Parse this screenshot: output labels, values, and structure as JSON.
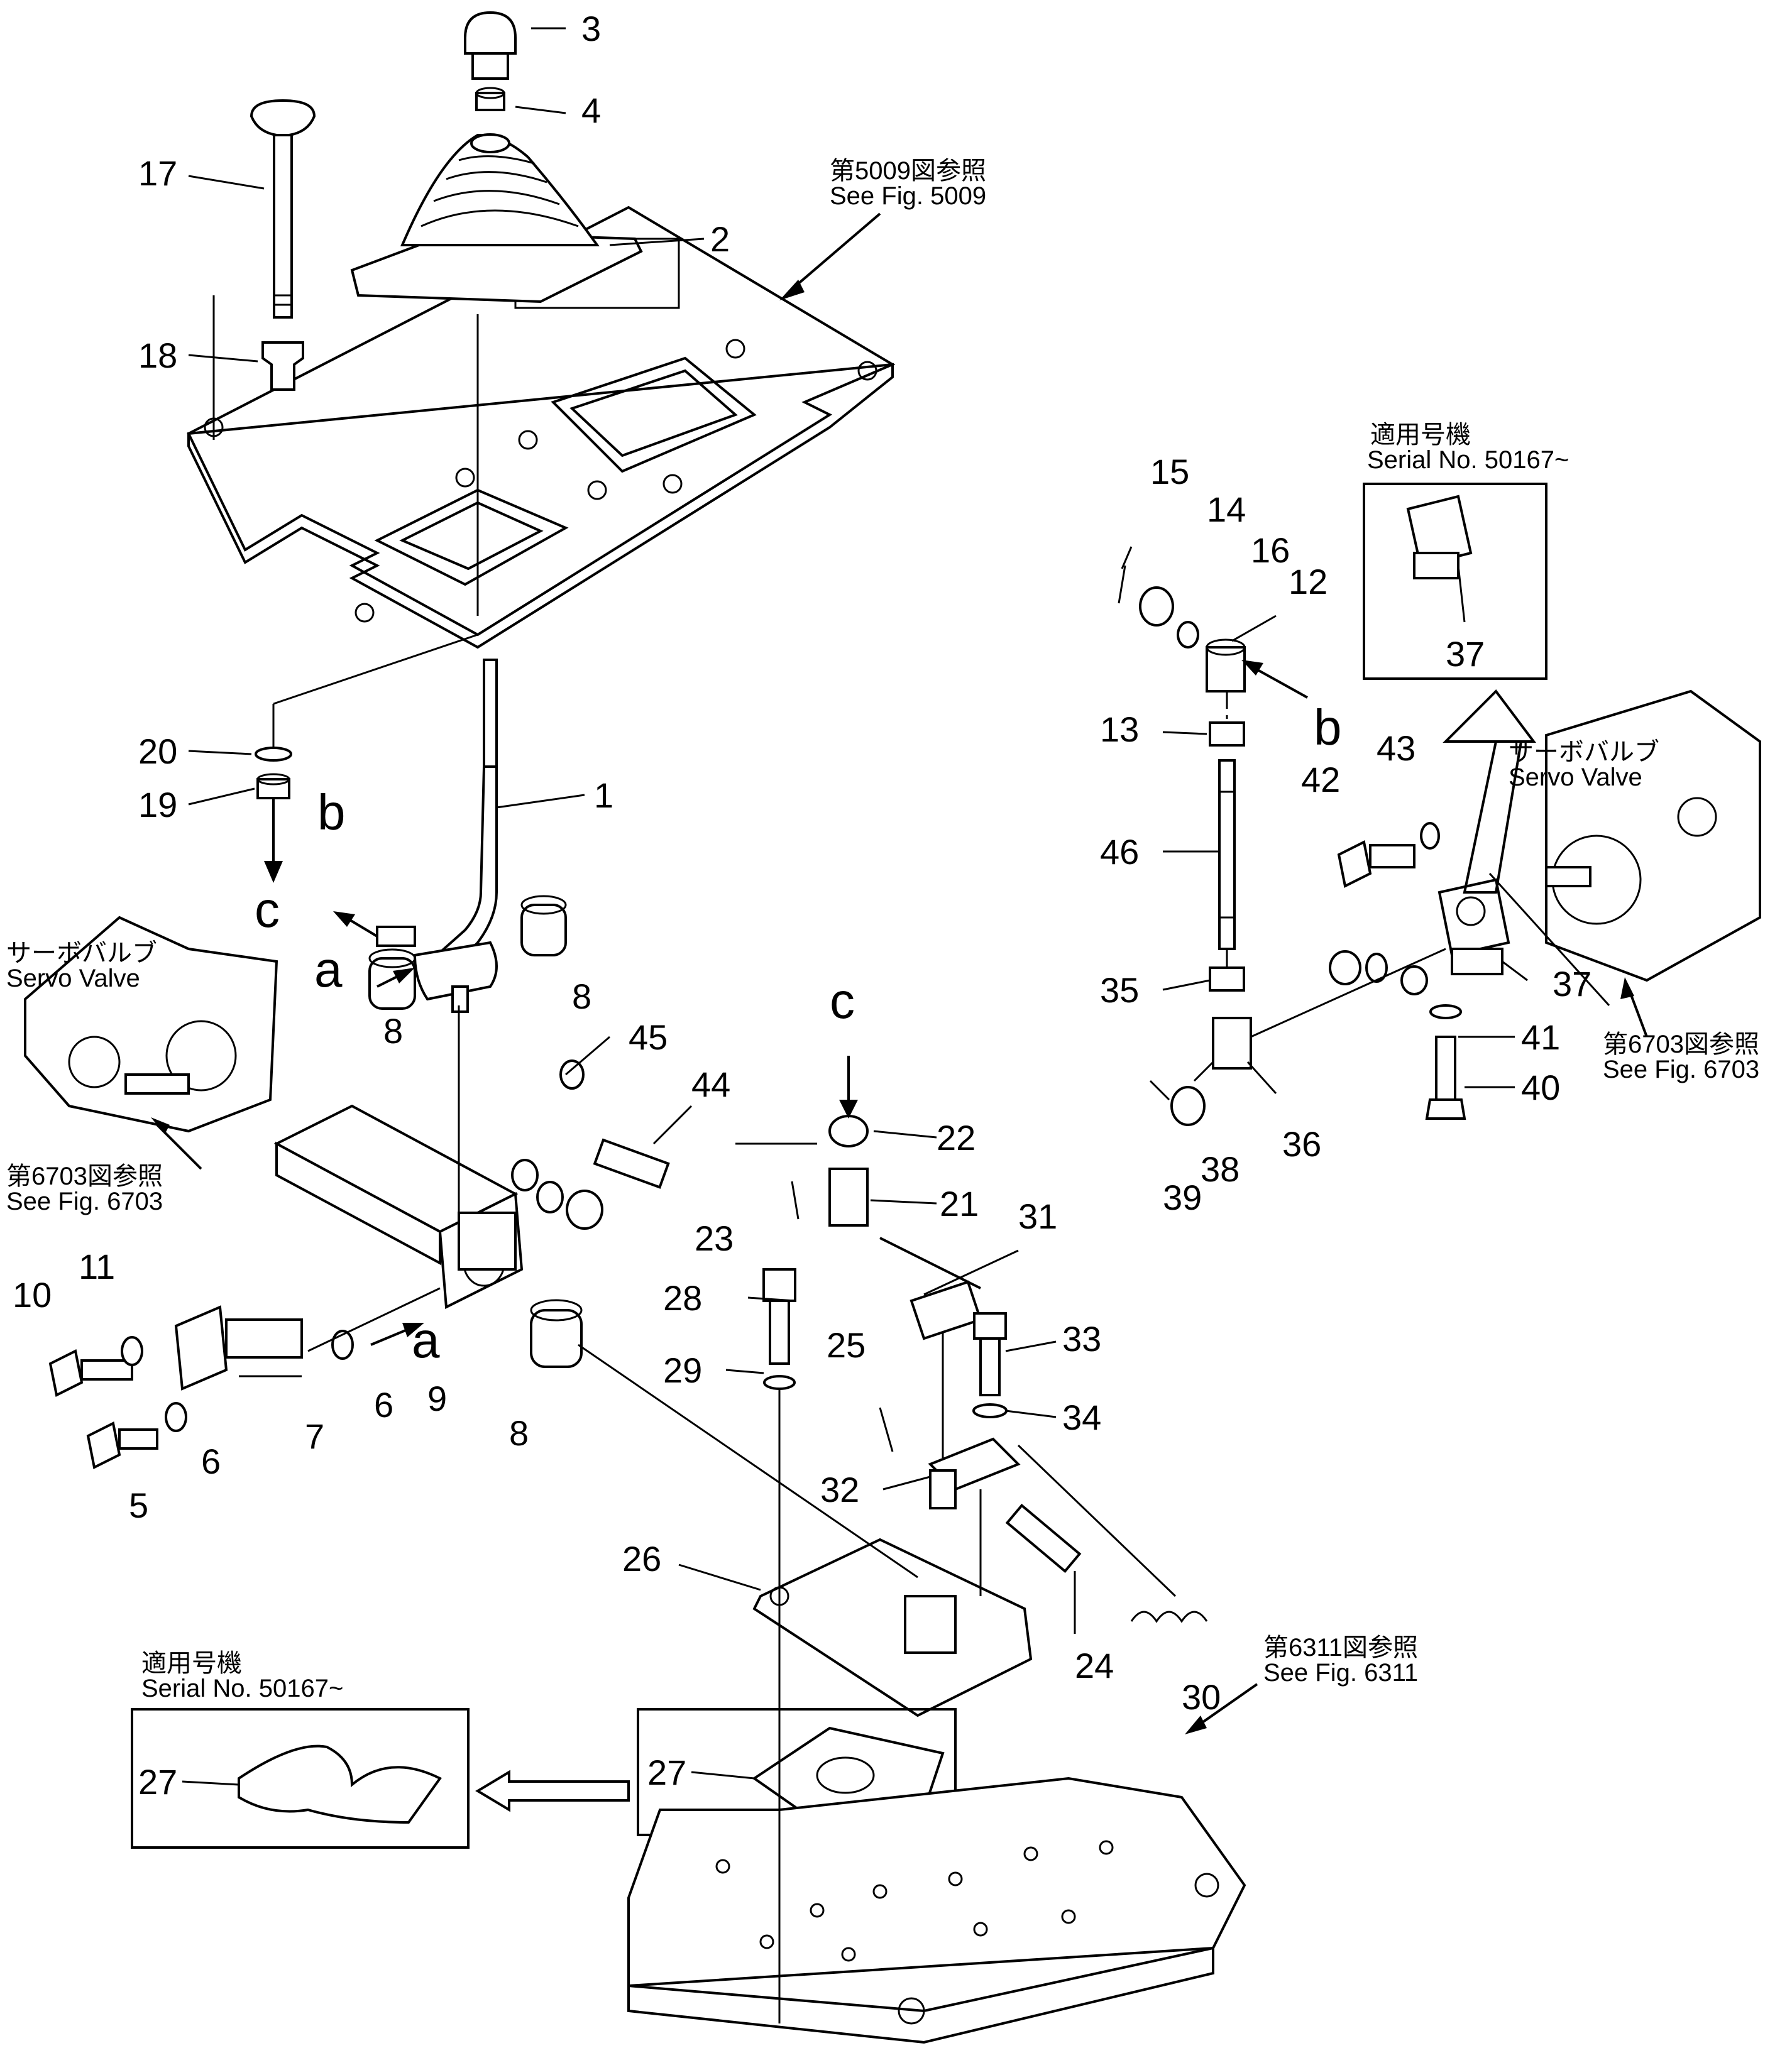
{
  "diagram": {
    "part_numbers": [
      "1",
      "2",
      "3",
      "4",
      "5",
      "6",
      "6",
      "7",
      "8",
      "8",
      "8",
      "9",
      "10",
      "11",
      "12",
      "13",
      "14",
      "15",
      "16",
      "17",
      "18",
      "19",
      "20",
      "21",
      "22",
      "23",
      "24",
      "25",
      "26",
      "27",
      "27",
      "28",
      "29",
      "30",
      "31",
      "32",
      "33",
      "34",
      "35",
      "36",
      "37",
      "37",
      "38",
      "39",
      "40",
      "41",
      "42",
      "43",
      "44",
      "45",
      "46"
    ],
    "letters": {
      "a": "a",
      "b": "b",
      "c": "c"
    },
    "references": {
      "fig5009": {
        "jp": "第5009図参照",
        "en": "See  Fig. 5009"
      },
      "fig6703_left": {
        "jp": "第6703図参照",
        "en": "See  Fig. 6703"
      },
      "fig6703_right": {
        "jp": "第6703図参照",
        "en": "See  Fig. 6703"
      },
      "fig6311": {
        "jp": "第6311図参照",
        "en": "See  Fig. 6311"
      }
    },
    "servo_valve_left": {
      "jp": "サーボバルブ",
      "en": "Servo  Valve"
    },
    "servo_valve_right": {
      "jp": "サーボバルブ",
      "en": "Servo  Valve"
    },
    "serial_right": {
      "jp": "適用号機",
      "en": "Serial  No. 50167~"
    },
    "serial_left": {
      "jp": "適用号機",
      "en": "Serial  No. 50167~"
    }
  }
}
